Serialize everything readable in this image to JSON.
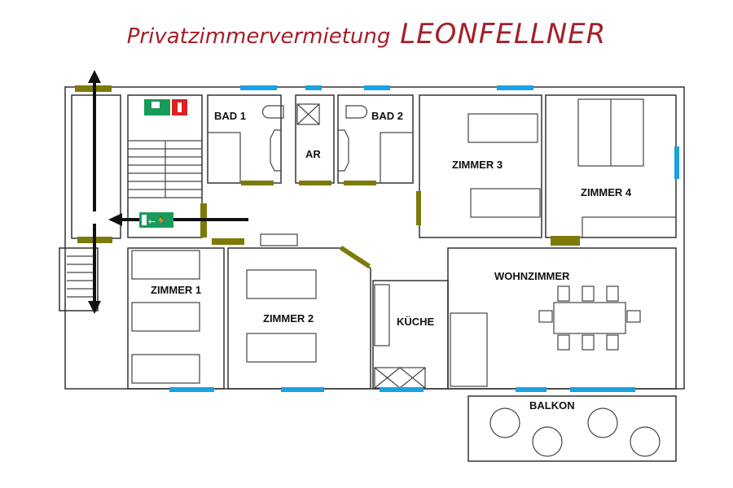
{
  "title": {
    "prefix": "Privatzimmervermietung",
    "name": "LEONFELLNER"
  },
  "rooms": {
    "bad1": "BAD 1",
    "ar": "AR",
    "bad2": "BAD 2",
    "zimmer3": "ZIMMER 3",
    "zimmer4": "ZIMMER 4",
    "zimmer1": "ZIMMER 1",
    "zimmer2": "ZIMMER 2",
    "kueche": "KÜCHE",
    "wohnzimmer": "WOHNZIMMER",
    "balkon": "BALKON"
  },
  "colors": {
    "title": "#a3202a",
    "window": "#1aa3e0",
    "door": "#7d7a0a",
    "exit_sign": "#1a9a5a",
    "fire_sign": "#e02020"
  }
}
